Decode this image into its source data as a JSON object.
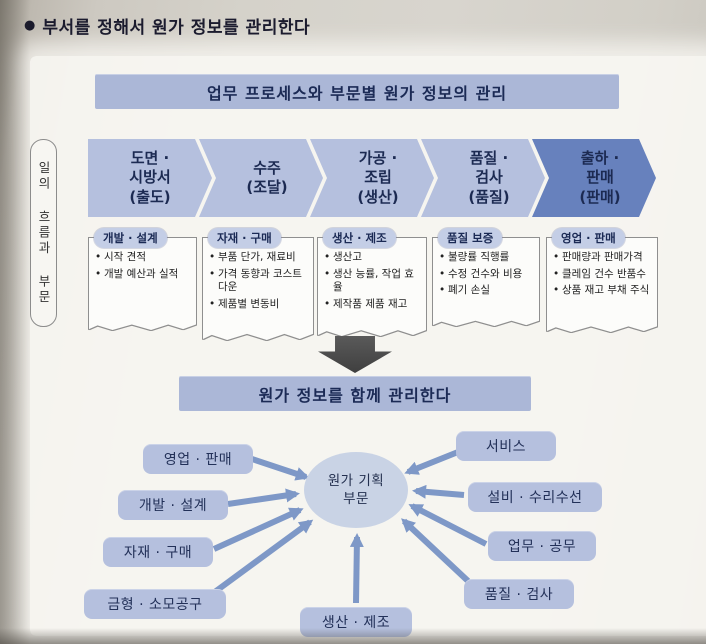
{
  "heading": {
    "bullet": "●",
    "text": "부서를 정해서 원가 정보를 관리한다"
  },
  "process": {
    "title": "업무 프로세스와 부문별 원가 정보의 관리",
    "side_label": "일의 흐름과 부문",
    "steps": [
      {
        "lines": [
          "도면 ·",
          "시방서",
          "(출도)"
        ]
      },
      {
        "lines": [
          "수주",
          "(조달)"
        ]
      },
      {
        "lines": [
          "가공 ·",
          "조립",
          "(생산)"
        ]
      },
      {
        "lines": [
          "품질 ·",
          "검사",
          "(품질)"
        ]
      },
      {
        "lines": [
          "출하 ·",
          "판매",
          "(판매)"
        ]
      }
    ],
    "notes": [
      {
        "label": "개발 · 설계",
        "items": [
          "시작 견적",
          "개발 예산과 실적"
        ]
      },
      {
        "label": "자재 · 구매",
        "items": [
          "부품 단가, 재료비",
          "가격 동향과 코스트다운",
          "제품별 변동비"
        ]
      },
      {
        "label": "생산 · 제조",
        "items": [
          "생산고",
          "생산 능률, 작업 효율",
          "제작품 제품 재고"
        ]
      },
      {
        "label": "품질 보증",
        "items": [
          "불량률 직행률",
          "수정 건수와 비용",
          "폐기 손실"
        ]
      },
      {
        "label": "영업 · 판매",
        "items": [
          "판매량과 판매가격",
          "클레임 건수 반품수",
          "상품 재고 부채 주식"
        ]
      }
    ]
  },
  "hub": {
    "title": "원가 정보를 함께 관리한다",
    "center": {
      "line1": "원가 기획",
      "line2": "부문"
    },
    "nodes": [
      "영업 · 판매",
      "개발 · 설계",
      "자재 · 구매",
      "금형 · 소모공구",
      "생산 · 제조",
      "품질 · 검사",
      "업무 · 공무",
      "설비 · 수리수선",
      "서비스"
    ],
    "arrow_color": "#7e98c7"
  }
}
